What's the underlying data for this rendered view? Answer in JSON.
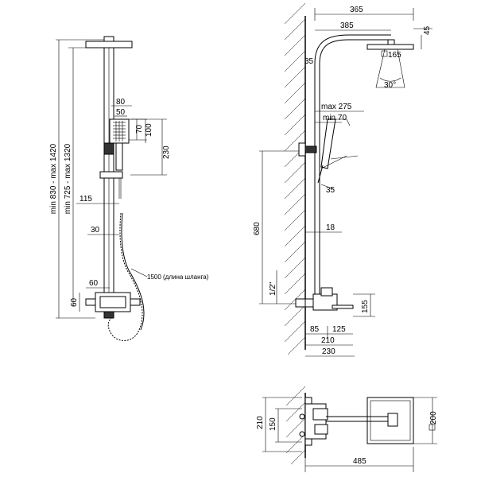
{
  "front_view": {
    "height_total": "min 830 - max 1420",
    "height_inner": "min 725 - max 1320",
    "handshower_width": "80",
    "handshower_inner": "50",
    "handshower_h1": "70",
    "handshower_h2": "100",
    "slider_height": "230",
    "holder_offset": "115",
    "hose_offset": "30",
    "hose_note": "1500 (длина шланга)",
    "mixer_width": "60",
    "mixer_height": "60"
  },
  "side_view": {
    "reach_outer": "365",
    "reach_inner": "385",
    "head_drop": "45",
    "head_size": "165",
    "spray_angle": "30°",
    "arm_radius": "35",
    "holder_max": "max 275",
    "holder_min": "min 70",
    "holder_tilt": "35",
    "mixer_to_holder": "680",
    "pipe_diameter": "18",
    "thread": "1/2\"",
    "mixer_height": "155",
    "spout_a": "85",
    "spout_b": "125",
    "depth_inner": "210",
    "depth_outer": "230"
  },
  "top_view": {
    "width_outer": "210",
    "width_inner": "150",
    "head_square": "200",
    "total_reach": "485"
  }
}
